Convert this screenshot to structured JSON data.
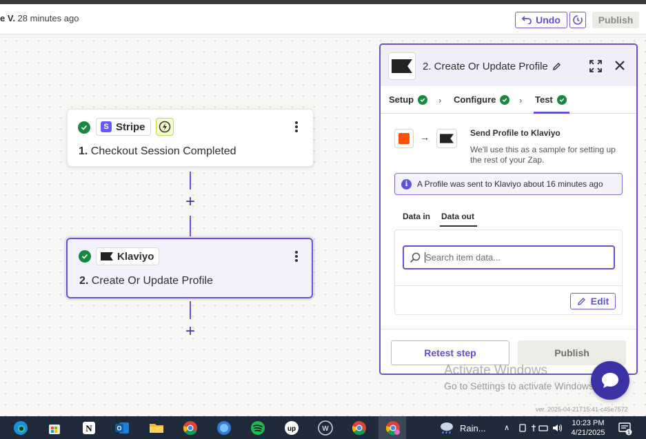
{
  "header": {
    "user_initial": "e V.",
    "last_saved": "28 minutes ago",
    "undo_label": "Undo",
    "publish_label": "Publish"
  },
  "steps": [
    {
      "app": "Stripe",
      "number": "1.",
      "title": "Checkout Session Completed"
    },
    {
      "app": "Klaviyo",
      "number": "2.",
      "title": "Create Or Update Profile"
    }
  ],
  "panel": {
    "title": "2. Create Or Update Profile",
    "tabs": [
      "Setup",
      "Configure",
      "Test"
    ],
    "send_title": "Send Profile to Klaviyo",
    "send_desc": "We'll use this as a sample for setting up the rest of your Zap.",
    "info_message": "A Profile was sent to Klaviyo about 16 minutes ago",
    "data_tabs": [
      "Data in",
      "Data out"
    ],
    "search_placeholder": "Search item data...",
    "edit_label": "Edit",
    "retest_label": "Retest step",
    "publish_label": "Publish"
  },
  "watermark": {
    "line1": "Activate Windows",
    "line2": "Go to Settings to activate Windows."
  },
  "version": "ver. 2025-04-21T15:41-c45e7572",
  "taskbar": {
    "weather": "Rain...",
    "time": "10:23 PM",
    "date": "4/21/2025",
    "notification_count": "1"
  },
  "colors": {
    "accent": "#5f53d6",
    "success": "#158a3e",
    "stripe": "#635bff",
    "zapier_orange": "#ff4f00"
  }
}
